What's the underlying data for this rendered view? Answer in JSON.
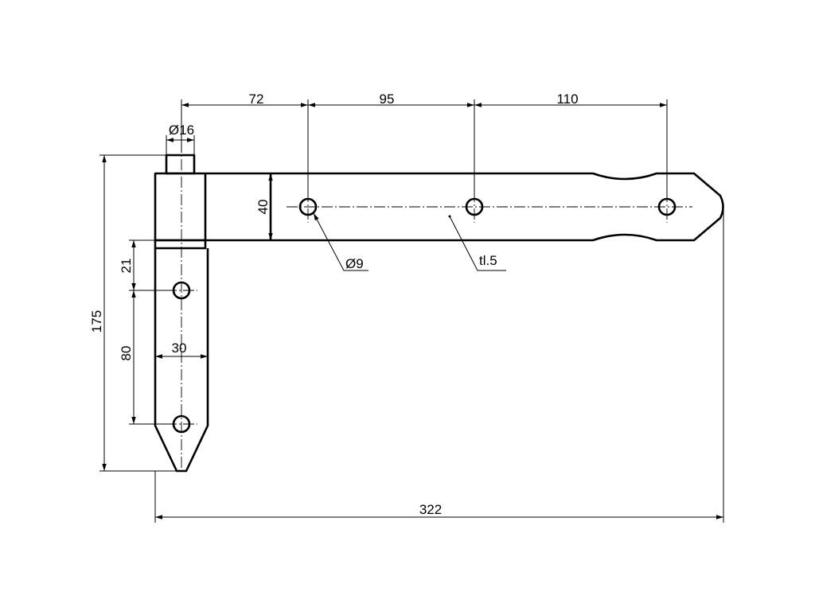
{
  "dimensions": {
    "spacing_1": "72",
    "spacing_2": "95",
    "spacing_3": "110",
    "pin_diameter": "Ø16",
    "strap_width": "40",
    "hole_diameter": "Ø9",
    "thickness": "tl.5",
    "edge_to_hole": "21",
    "hole_spacing_vertical": "80",
    "leg_width": "30",
    "total_height": "175",
    "total_length": "322"
  },
  "colors": {
    "line": "#000000",
    "background": "#ffffff"
  }
}
